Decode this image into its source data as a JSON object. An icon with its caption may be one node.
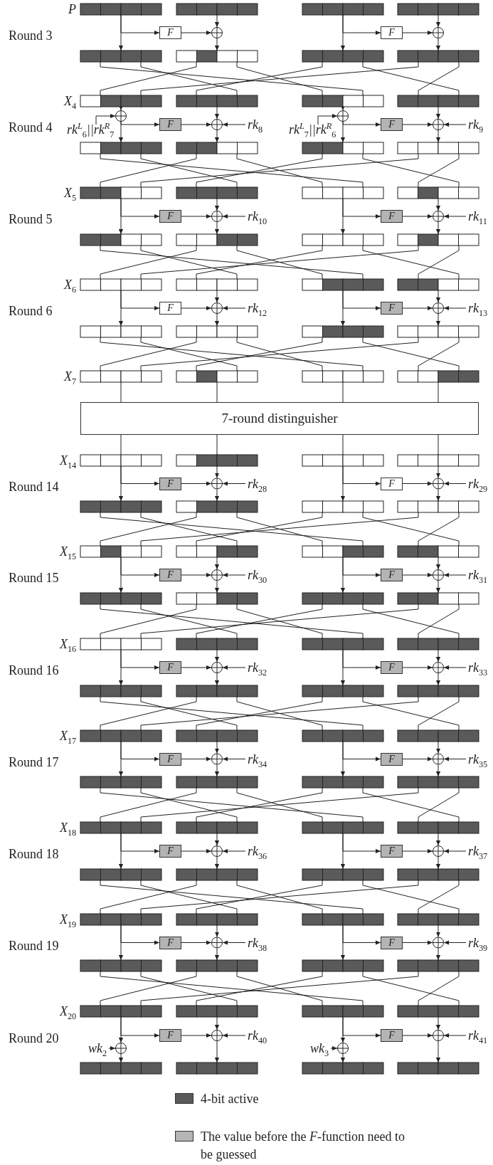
{
  "diagram": {
    "nodes": [
      {
        "text": [],
        "shape": "bar"
      },
      {
        "text": [],
        "shape": "bar"
      },
      {
        "text": [],
        "shape": "bar"
      },
      {
        "text": [],
        "shape": "bar"
      },
      {
        "text": [
          "F"
        ]
      },
      {
        "text": [],
        "shape": "circle"
      },
      {
        "text": [
          "F"
        ]
      },
      {
        "text": [],
        "shape": "circle"
      },
      {
        "text": [],
        "shape": "bar"
      },
      {
        "text": [],
        "shape": "bar"
      },
      {
        "text": [],
        "shape": "bar"
      },
      {
        "text": [],
        "shape": "bar"
      },
      {
        "text": [],
        "shape": "bar"
      },
      {
        "text": [],
        "shape": "bar"
      },
      {
        "text": [],
        "shape": "bar"
      },
      {
        "text": [],
        "shape": "bar"
      },
      {
        "text": [],
        "shape": "circle"
      },
      {
        "text": [
          "rk$^{L}$$_{6}$||rk$^{R}$$_{7}$"
        ]
      },
      {
        "text": [
          "F"
        ]
      },
      {
        "text": [],
        "shape": "circle"
      },
      {
        "text": [
          "rk$_{8}$"
        ]
      },
      {
        "text": [],
        "shape": "circle"
      },
      {
        "text": [
          "rk$^{L}$$_{7}$||rk$^{R}$$_{6}$"
        ]
      },
      {
        "text": [
          "F"
        ]
      },
      {
        "text": [],
        "shape": "circle"
      },
      {
        "text": [
          "rk$_{9}$"
        ]
      },
      {
        "text": [],
        "shape": "bar"
      },
      {
        "text": [],
        "shape": "bar"
      },
      {
        "text": [],
        "shape": "bar"
      },
      {
        "text": [],
        "shape": "bar"
      },
      {
        "text": [],
        "shape": "bar"
      },
      {
        "text": [],
        "shape": "bar"
      },
      {
        "text": [],
        "shape": "bar"
      },
      {
        "text": [],
        "shape": "bar"
      },
      {
        "text": [
          "F"
        ]
      },
      {
        "text": [],
        "shape": "circle"
      },
      {
        "text": [
          "rk$_{10}$"
        ]
      },
      {
        "text": [
          "F"
        ]
      },
      {
        "text": [],
        "shape": "circle"
      },
      {
        "text": [
          "rk$_{11}$"
        ]
      },
      {
        "text": [],
        "shape": "bar"
      },
      {
        "text": [],
        "shape": "bar"
      },
      {
        "text": [],
        "shape": "bar"
      },
      {
        "text": [],
        "shape": "bar"
      },
      {
        "text": [],
        "shape": "bar"
      },
      {
        "text": [],
        "shape": "bar"
      },
      {
        "text": [],
        "shape": "bar"
      },
      {
        "text": [],
        "shape": "bar"
      },
      {
        "text": [
          "F"
        ]
      },
      {
        "text": [],
        "shape": "circle"
      },
      {
        "text": [
          "rk$_{12}$"
        ]
      },
      {
        "text": [
          "F"
        ]
      },
      {
        "text": [],
        "shape": "circle"
      },
      {
        "text": [
          "rk$_{13}$"
        ]
      },
      {
        "text": [],
        "shape": "bar"
      },
      {
        "text": [],
        "shape": "bar"
      },
      {
        "text": [],
        "shape": "bar"
      },
      {
        "text": [],
        "shape": "bar"
      },
      {
        "text": [],
        "shape": "bar"
      },
      {
        "text": [],
        "shape": "bar"
      },
      {
        "text": [],
        "shape": "bar"
      },
      {
        "text": [],
        "shape": "bar"
      },
      {
        "text": [
          "7-round distinguisher"
        ]
      },
      {
        "text": [],
        "shape": "bar"
      },
      {
        "text": [],
        "shape": "bar"
      },
      {
        "text": [],
        "shape": "bar"
      },
      {
        "text": [],
        "shape": "bar"
      },
      {
        "text": [
          "F"
        ]
      },
      {
        "text": [],
        "shape": "circle"
      },
      {
        "text": [
          "rk$_{28}$"
        ]
      },
      {
        "text": [
          "F"
        ]
      },
      {
        "text": [],
        "shape": "circle"
      },
      {
        "text": [
          "rk$_{29}$"
        ]
      },
      {
        "text": [],
        "shape": "bar"
      },
      {
        "text": [],
        "shape": "bar"
      },
      {
        "text": [],
        "shape": "bar"
      },
      {
        "text": [],
        "shape": "bar"
      },
      {
        "text": [],
        "shape": "bar"
      },
      {
        "text": [],
        "shape": "bar"
      },
      {
        "text": [],
        "shape": "bar"
      },
      {
        "text": [],
        "shape": "bar"
      },
      {
        "text": [
          "F"
        ]
      },
      {
        "text": [],
        "shape": "circle"
      },
      {
        "text": [
          "rk$_{30}$"
        ]
      },
      {
        "text": [
          "F"
        ]
      },
      {
        "text": [],
        "shape": "circle"
      },
      {
        "text": [
          "rk$_{31}$"
        ]
      },
      {
        "text": [],
        "shape": "bar"
      },
      {
        "text": [],
        "shape": "bar"
      },
      {
        "text": [],
        "shape": "bar"
      },
      {
        "text": [],
        "shape": "bar"
      },
      {
        "text": [],
        "shape": "bar"
      },
      {
        "text": [],
        "shape": "bar"
      },
      {
        "text": [],
        "shape": "bar"
      },
      {
        "text": [],
        "shape": "bar"
      },
      {
        "text": [
          "F"
        ]
      },
      {
        "text": [],
        "shape": "circle"
      },
      {
        "text": [
          "rk$_{32}$"
        ]
      },
      {
        "text": [
          "F"
        ]
      },
      {
        "text": [],
        "shape": "circle"
      },
      {
        "text": [
          "rk$_{33}$"
        ]
      },
      {
        "text": [],
        "shape": "bar"
      },
      {
        "text": [],
        "shape": "bar"
      },
      {
        "text": [],
        "shape": "bar"
      },
      {
        "text": [],
        "shape": "bar"
      },
      {
        "text": [],
        "shape": "bar"
      },
      {
        "text": [],
        "shape": "bar"
      },
      {
        "text": [],
        "shape": "bar"
      },
      {
        "text": [],
        "shape": "bar"
      },
      {
        "text": [
          "F"
        ]
      },
      {
        "text": [],
        "shape": "circle"
      },
      {
        "text": [
          "rk$_{34}$"
        ]
      },
      {
        "text": [
          "F"
        ]
      },
      {
        "text": [],
        "shape": "circle"
      },
      {
        "text": [
          "rk$_{35}$"
        ]
      },
      {
        "text": [],
        "shape": "bar"
      },
      {
        "text": [],
        "shape": "bar"
      },
      {
        "text": [],
        "shape": "bar"
      },
      {
        "text": [],
        "shape": "bar"
      },
      {
        "text": [],
        "shape": "bar"
      },
      {
        "text": [],
        "shape": "bar"
      },
      {
        "text": [],
        "shape": "bar"
      },
      {
        "text": [],
        "shape": "bar"
      },
      {
        "text": [
          "F"
        ]
      },
      {
        "text": [],
        "shape": "circle"
      },
      {
        "text": [
          "rk$_{36}$"
        ]
      },
      {
        "text": [
          "F"
        ]
      },
      {
        "text": [],
        "shape": "circle"
      },
      {
        "text": [
          "rk$_{37}$"
        ]
      },
      {
        "text": [],
        "shape": "bar"
      },
      {
        "text": [],
        "shape": "bar"
      },
      {
        "text": [],
        "shape": "bar"
      },
      {
        "text": [],
        "shape": "bar"
      },
      {
        "text": [],
        "shape": "bar"
      },
      {
        "text": [],
        "shape": "bar"
      },
      {
        "text": [],
        "shape": "bar"
      },
      {
        "text": [],
        "shape": "bar"
      },
      {
        "text": [
          "F"
        ]
      },
      {
        "text": [],
        "shape": "circle"
      },
      {
        "text": [
          "rk$_{38}$"
        ]
      },
      {
        "text": [
          "F"
        ]
      },
      {
        "text": [],
        "shape": "circle"
      },
      {
        "text": [
          "rk$_{39}$"
        ]
      },
      {
        "text": [],
        "shape": "bar"
      },
      {
        "text": [],
        "shape": "bar"
      },
      {
        "text": [],
        "shape": "bar"
      },
      {
        "text": [],
        "shape": "bar"
      },
      {
        "text": [],
        "shape": "bar"
      },
      {
        "text": [],
        "shape": "bar"
      },
      {
        "text": [],
        "shape": "bar"
      },
      {
        "text": [],
        "shape": "bar"
      },
      {
        "text": [
          "F"
        ]
      },
      {
        "text": [],
        "shape": "circle"
      },
      {
        "text": [
          "rk$_{40}$"
        ]
      },
      {
        "text": [],
        "shape": "circle"
      },
      {
        "text": [
          "wk$_{2}$"
        ]
      },
      {
        "text": [
          "F"
        ]
      },
      {
        "text": [],
        "shape": "circle"
      },
      {
        "text": [
          "rk$_{41}$"
        ]
      },
      {
        "text": [],
        "shape": "circle"
      },
      {
        "text": [
          "wk$_{3}$"
        ]
      },
      {
        "text": [],
        "shape": "bar"
      },
      {
        "text": [],
        "shape": "bar"
      },
      {
        "text": [],
        "shape": "bar"
      },
      {
        "text": [],
        "shape": "bar"
      }
    ],
    "edges": [
      {
        "from": 0,
        "to": 4,
        "arrow": "to"
      },
      {
        "from": 0,
        "to": 8,
        "arrow": "to"
      },
      {
        "from": 4,
        "to": 5,
        "arrow": "to"
      },
      {
        "from": 1,
        "to": 5,
        "arrow": "to"
      },
      {
        "from": 5,
        "to": 9,
        "arrow": "to"
      },
      {
        "from": 2,
        "to": 6,
        "arrow": "to"
      },
      {
        "from": 2,
        "to": 10,
        "arrow": "to"
      },
      {
        "from": 6,
        "to": 7,
        "arrow": "to"
      },
      {
        "from": 3,
        "to": 7,
        "arrow": "to"
      },
      {
        "from": 7,
        "to": 11,
        "arrow": "to"
      },
      {
        "from": 8,
        "to": 14,
        "arrow": "none"
      },
      {
        "from": 8,
        "to": 13,
        "arrow": "none"
      },
      {
        "from": 9,
        "to": 12,
        "arrow": "none"
      },
      {
        "from": 9,
        "to": 14,
        "arrow": "none"
      },
      {
        "from": 10,
        "to": 13,
        "arrow": "none"
      },
      {
        "from": 10,
        "to": 15,
        "arrow": "none"
      },
      {
        "from": 11,
        "to": 12,
        "arrow": "none"
      },
      {
        "from": 11,
        "to": 15,
        "arrow": "none"
      },
      {
        "from": 12,
        "to": 16,
        "arrow": "to"
      },
      {
        "from": 17,
        "to": 16,
        "arrow": "to"
      },
      {
        "from": 16,
        "to": 18,
        "arrow": "to"
      },
      {
        "from": 16,
        "to": 26,
        "arrow": "to"
      },
      {
        "from": 18,
        "to": 19,
        "arrow": "to"
      },
      {
        "from": 13,
        "to": 19,
        "arrow": "to"
      },
      {
        "from": 20,
        "to": 19,
        "arrow": "to"
      },
      {
        "from": 19,
        "to": 27,
        "arrow": "to"
      },
      {
        "from": 14,
        "to": 21,
        "arrow": "to"
      },
      {
        "from": 22,
        "to": 21,
        "arrow": "to"
      },
      {
        "from": 21,
        "to": 23,
        "arrow": "to"
      },
      {
        "from": 21,
        "to": 28,
        "arrow": "to"
      },
      {
        "from": 23,
        "to": 24,
        "arrow": "to"
      },
      {
        "from": 15,
        "to": 24,
        "arrow": "to"
      },
      {
        "from": 25,
        "to": 24,
        "arrow": "to"
      },
      {
        "from": 24,
        "to": 29,
        "arrow": "to"
      },
      {
        "from": 26,
        "to": 32,
        "arrow": "none"
      },
      {
        "from": 26,
        "to": 31,
        "arrow": "none"
      },
      {
        "from": 27,
        "to": 30,
        "arrow": "none"
      },
      {
        "from": 27,
        "to": 32,
        "arrow": "none"
      },
      {
        "from": 28,
        "to": 31,
        "arrow": "none"
      },
      {
        "from": 28,
        "to": 33,
        "arrow": "none"
      },
      {
        "from": 29,
        "to": 30,
        "arrow": "none"
      },
      {
        "from": 29,
        "to": 33,
        "arrow": "none"
      },
      {
        "from": 30,
        "to": 34,
        "arrow": "to"
      },
      {
        "from": 30,
        "to": 40,
        "arrow": "to"
      },
      {
        "from": 34,
        "to": 35,
        "arrow": "to"
      },
      {
        "from": 31,
        "to": 35,
        "arrow": "to"
      },
      {
        "from": 36,
        "to": 35,
        "arrow": "to"
      },
      {
        "from": 35,
        "to": 41,
        "arrow": "to"
      },
      {
        "from": 32,
        "to": 37,
        "arrow": "to"
      },
      {
        "from": 32,
        "to": 42,
        "arrow": "to"
      },
      {
        "from": 37,
        "to": 38,
        "arrow": "to"
      },
      {
        "from": 33,
        "to": 38,
        "arrow": "to"
      },
      {
        "from": 39,
        "to": 38,
        "arrow": "to"
      },
      {
        "from": 38,
        "to": 43,
        "arrow": "to"
      },
      {
        "from": 40,
        "to": 46,
        "arrow": "none"
      },
      {
        "from": 40,
        "to": 45,
        "arrow": "none"
      },
      {
        "from": 41,
        "to": 44,
        "arrow": "none"
      },
      {
        "from": 41,
        "to": 46,
        "arrow": "none"
      },
      {
        "from": 42,
        "to": 45,
        "arrow": "none"
      },
      {
        "from": 42,
        "to": 47,
        "arrow": "none"
      },
      {
        "from": 43,
        "to": 44,
        "arrow": "none"
      },
      {
        "from": 43,
        "to": 47,
        "arrow": "none"
      },
      {
        "from": 44,
        "to": 48,
        "arrow": "to"
      },
      {
        "from": 44,
        "to": 54,
        "arrow": "to"
      },
      {
        "from": 48,
        "to": 49,
        "arrow": "to"
      },
      {
        "from": 45,
        "to": 49,
        "arrow": "to"
      },
      {
        "from": 50,
        "to": 49,
        "arrow": "to"
      },
      {
        "from": 49,
        "to": 55,
        "arrow": "to"
      },
      {
        "from": 46,
        "to": 51,
        "arrow": "to"
      },
      {
        "from": 46,
        "to": 56,
        "arrow": "to"
      },
      {
        "from": 51,
        "to": 52,
        "arrow": "to"
      },
      {
        "from": 47,
        "to": 52,
        "arrow": "to"
      },
      {
        "from": 53,
        "to": 52,
        "arrow": "to"
      },
      {
        "from": 52,
        "to": 57,
        "arrow": "to"
      },
      {
        "from": 54,
        "to": 60,
        "arrow": "none"
      },
      {
        "from": 54,
        "to": 59,
        "arrow": "none"
      },
      {
        "from": 55,
        "to": 58,
        "arrow": "none"
      },
      {
        "from": 55,
        "to": 60,
        "arrow": "none"
      },
      {
        "from": 56,
        "to": 59,
        "arrow": "none"
      },
      {
        "from": 56,
        "to": 61,
        "arrow": "none"
      },
      {
        "from": 57,
        "to": 58,
        "arrow": "none"
      },
      {
        "from": 57,
        "to": 61,
        "arrow": "none"
      },
      {
        "from": 58,
        "to": 62,
        "arrow": "none"
      },
      {
        "from": 59,
        "to": 62,
        "arrow": "none"
      },
      {
        "from": 60,
        "to": 62,
        "arrow": "none"
      },
      {
        "from": 61,
        "to": 62,
        "arrow": "none"
      },
      {
        "from": 62,
        "to": 63,
        "arrow": "none"
      },
      {
        "from": 62,
        "to": 64,
        "arrow": "none"
      },
      {
        "from": 62,
        "to": 65,
        "arrow": "none"
      },
      {
        "from": 62,
        "to": 66,
        "arrow": "none"
      },
      {
        "from": 63,
        "to": 67,
        "arrow": "to"
      },
      {
        "from": 63,
        "to": 73,
        "arrow": "to"
      },
      {
        "from": 67,
        "to": 68,
        "arrow": "to"
      },
      {
        "from": 64,
        "to": 68,
        "arrow": "to"
      },
      {
        "from": 69,
        "to": 68,
        "arrow": "to"
      },
      {
        "from": 68,
        "to": 74,
        "arrow": "to"
      },
      {
        "from": 65,
        "to": 70,
        "arrow": "to"
      },
      {
        "from": 65,
        "to": 75,
        "arrow": "to"
      },
      {
        "from": 70,
        "to": 71,
        "arrow": "to"
      },
      {
        "from": 66,
        "to": 71,
        "arrow": "to"
      },
      {
        "from": 72,
        "to": 71,
        "arrow": "to"
      },
      {
        "from": 71,
        "to": 76,
        "arrow": "to"
      },
      {
        "from": 73,
        "to": 79,
        "arrow": "none"
      },
      {
        "from": 73,
        "to": 78,
        "arrow": "none"
      },
      {
        "from": 74,
        "to": 77,
        "arrow": "none"
      },
      {
        "from": 74,
        "to": 79,
        "arrow": "none"
      },
      {
        "from": 75,
        "to": 78,
        "arrow": "none"
      },
      {
        "from": 75,
        "to": 80,
        "arrow": "none"
      },
      {
        "from": 76,
        "to": 77,
        "arrow": "none"
      },
      {
        "from": 76,
        "to": 80,
        "arrow": "none"
      },
      {
        "from": 77,
        "to": 81,
        "arrow": "to"
      },
      {
        "from": 77,
        "to": 87,
        "arrow": "to"
      },
      {
        "from": 81,
        "to": 82,
        "arrow": "to"
      },
      {
        "from": 78,
        "to": 82,
        "arrow": "to"
      },
      {
        "from": 83,
        "to": 82,
        "arrow": "to"
      },
      {
        "from": 82,
        "to": 88,
        "arrow": "to"
      },
      {
        "from": 79,
        "to": 84,
        "arrow": "to"
      },
      {
        "from": 79,
        "to": 89,
        "arrow": "to"
      },
      {
        "from": 84,
        "to": 85,
        "arrow": "to"
      },
      {
        "from": 80,
        "to": 85,
        "arrow": "to"
      },
      {
        "from": 86,
        "to": 85,
        "arrow": "to"
      },
      {
        "from": 85,
        "to": 90,
        "arrow": "to"
      },
      {
        "from": 87,
        "to": 93,
        "arrow": "none"
      },
      {
        "from": 87,
        "to": 92,
        "arrow": "none"
      },
      {
        "from": 88,
        "to": 91,
        "arrow": "none"
      },
      {
        "from": 88,
        "to": 93,
        "arrow": "none"
      },
      {
        "from": 89,
        "to": 92,
        "arrow": "none"
      },
      {
        "from": 89,
        "to": 94,
        "arrow": "none"
      },
      {
        "from": 90,
        "to": 91,
        "arrow": "none"
      },
      {
        "from": 90,
        "to": 94,
        "arrow": "none"
      },
      {
        "from": 91,
        "to": 95,
        "arrow": "to"
      },
      {
        "from": 91,
        "to": 101,
        "arrow": "to"
      },
      {
        "from": 95,
        "to": 96,
        "arrow": "to"
      },
      {
        "from": 92,
        "to": 96,
        "arrow": "to"
      },
      {
        "from": 97,
        "to": 96,
        "arrow": "to"
      },
      {
        "from": 96,
        "to": 102,
        "arrow": "to"
      },
      {
        "from": 93,
        "to": 98,
        "arrow": "to"
      },
      {
        "from": 93,
        "to": 103,
        "arrow": "to"
      },
      {
        "from": 98,
        "to": 99,
        "arrow": "to"
      },
      {
        "from": 94,
        "to": 99,
        "arrow": "to"
      },
      {
        "from": 100,
        "to": 99,
        "arrow": "to"
      },
      {
        "from": 99,
        "to": 104,
        "arrow": "to"
      },
      {
        "from": 101,
        "to": 107,
        "arrow": "none"
      },
      {
        "from": 101,
        "to": 106,
        "arrow": "none"
      },
      {
        "from": 102,
        "to": 105,
        "arrow": "none"
      },
      {
        "from": 102,
        "to": 107,
        "arrow": "none"
      },
      {
        "from": 103,
        "to": 106,
        "arrow": "none"
      },
      {
        "from": 103,
        "to": 108,
        "arrow": "none"
      },
      {
        "from": 104,
        "to": 105,
        "arrow": "none"
      },
      {
        "from": 104,
        "to": 108,
        "arrow": "none"
      },
      {
        "from": 105,
        "to": 109,
        "arrow": "to"
      },
      {
        "from": 105,
        "to": 115,
        "arrow": "to"
      },
      {
        "from": 109,
        "to": 110,
        "arrow": "to"
      },
      {
        "from": 106,
        "to": 110,
        "arrow": "to"
      },
      {
        "from": 111,
        "to": 110,
        "arrow": "to"
      },
      {
        "from": 110,
        "to": 116,
        "arrow": "to"
      },
      {
        "from": 107,
        "to": 112,
        "arrow": "to"
      },
      {
        "from": 107,
        "to": 117,
        "arrow": "to"
      },
      {
        "from": 112,
        "to": 113,
        "arrow": "to"
      },
      {
        "from": 108,
        "to": 113,
        "arrow": "to"
      },
      {
        "from": 114,
        "to": 113,
        "arrow": "to"
      },
      {
        "from": 113,
        "to": 118,
        "arrow": "to"
      },
      {
        "from": 115,
        "to": 121,
        "arrow": "none"
      },
      {
        "from": 115,
        "to": 120,
        "arrow": "none"
      },
      {
        "from": 116,
        "to": 119,
        "arrow": "none"
      },
      {
        "from": 116,
        "to": 121,
        "arrow": "none"
      },
      {
        "from": 117,
        "to": 120,
        "arrow": "none"
      },
      {
        "from": 117,
        "to": 122,
        "arrow": "none"
      },
      {
        "from": 118,
        "to": 119,
        "arrow": "none"
      },
      {
        "from": 118,
        "to": 122,
        "arrow": "none"
      },
      {
        "from": 119,
        "to": 123,
        "arrow": "to"
      },
      {
        "from": 119,
        "to": 129,
        "arrow": "to"
      },
      {
        "from": 123,
        "to": 124,
        "arrow": "to"
      },
      {
        "from": 120,
        "to": 124,
        "arrow": "to"
      },
      {
        "from": 125,
        "to": 124,
        "arrow": "to"
      },
      {
        "from": 124,
        "to": 130,
        "arrow": "to"
      },
      {
        "from": 121,
        "to": 126,
        "arrow": "to"
      },
      {
        "from": 121,
        "to": 131,
        "arrow": "to"
      },
      {
        "from": 126,
        "to": 127,
        "arrow": "to"
      },
      {
        "from": 122,
        "to": 127,
        "arrow": "to"
      },
      {
        "from": 128,
        "to": 127,
        "arrow": "to"
      },
      {
        "from": 127,
        "to": 132,
        "arrow": "to"
      },
      {
        "from": 129,
        "to": 135,
        "arrow": "none"
      },
      {
        "from": 129,
        "to": 134,
        "arrow": "none"
      },
      {
        "from": 130,
        "to": 133,
        "arrow": "none"
      },
      {
        "from": 130,
        "to": 135,
        "arrow": "none"
      },
      {
        "from": 131,
        "to": 134,
        "arrow": "none"
      },
      {
        "from": 131,
        "to": 136,
        "arrow": "none"
      },
      {
        "from": 132,
        "to": 133,
        "arrow": "none"
      },
      {
        "from": 132,
        "to": 136,
        "arrow": "none"
      },
      {
        "from": 133,
        "to": 137,
        "arrow": "to"
      },
      {
        "from": 133,
        "to": 143,
        "arrow": "to"
      },
      {
        "from": 137,
        "to": 138,
        "arrow": "to"
      },
      {
        "from": 134,
        "to": 138,
        "arrow": "to"
      },
      {
        "from": 139,
        "to": 138,
        "arrow": "to"
      },
      {
        "from": 138,
        "to": 144,
        "arrow": "to"
      },
      {
        "from": 135,
        "to": 140,
        "arrow": "to"
      },
      {
        "from": 135,
        "to": 145,
        "arrow": "to"
      },
      {
        "from": 140,
        "to": 141,
        "arrow": "to"
      },
      {
        "from": 136,
        "to": 141,
        "arrow": "to"
      },
      {
        "from": 142,
        "to": 141,
        "arrow": "to"
      },
      {
        "from": 141,
        "to": 146,
        "arrow": "to"
      },
      {
        "from": 143,
        "to": 149,
        "arrow": "none"
      },
      {
        "from": 143,
        "to": 148,
        "arrow": "none"
      },
      {
        "from": 144,
        "to": 147,
        "arrow": "none"
      },
      {
        "from": 144,
        "to": 149,
        "arrow": "none"
      },
      {
        "from": 145,
        "to": 148,
        "arrow": "none"
      },
      {
        "from": 145,
        "to": 150,
        "arrow": "none"
      },
      {
        "from": 146,
        "to": 147,
        "arrow": "none"
      },
      {
        "from": 146,
        "to": 150,
        "arrow": "none"
      },
      {
        "from": 147,
        "to": 151,
        "arrow": "to"
      },
      {
        "from": 147,
        "to": 154,
        "arrow": "to"
      },
      {
        "from": 155,
        "to": 154,
        "arrow": "to"
      },
      {
        "from": 154,
        "to": 161,
        "arrow": "to"
      },
      {
        "from": 151,
        "to": 152,
        "arrow": "to"
      },
      {
        "from": 148,
        "to": 152,
        "arrow": "to"
      },
      {
        "from": 153,
        "to": 152,
        "arrow": "to"
      },
      {
        "from": 152,
        "to": 162,
        "arrow": "to"
      },
      {
        "from": 149,
        "to": 156,
        "arrow": "to"
      },
      {
        "from": 149,
        "to": 159,
        "arrow": "to"
      },
      {
        "from": 160,
        "to": 159,
        "arrow": "to"
      },
      {
        "from": 159,
        "to": 163,
        "arrow": "to"
      },
      {
        "from": 156,
        "to": 157,
        "arrow": "to"
      },
      {
        "from": 150,
        "to": 157,
        "arrow": "to"
      },
      {
        "from": 158,
        "to": 157,
        "arrow": "to"
      },
      {
        "from": 157,
        "to": 164,
        "arrow": "to"
      }
    ],
    "labels": [
      "P",
      "Round 3",
      "X$_{4}$",
      "Round 4",
      "X$_{5}$",
      "Round 5",
      "X$_{6}$",
      "Round 6",
      "X$_{7}$",
      "X$_{14}$",
      "Round 14",
      "X$_{15}$",
      "Round 15",
      "X$_{16}$",
      "Round 16",
      "X$_{17}$",
      "Round 17",
      "X$_{18}$",
      "Round 18",
      "X$_{19}$",
      "Round 19",
      "X$_{20}$",
      "Round 20"
    ],
    "legend": [
      {
        "text": "4-bit active",
        "color": "#5a5a5a"
      },
      {
        "text": "The value before the *F*-function need to be guessed",
        "color": "#b4b4b4"
      }
    ]
  }
}
